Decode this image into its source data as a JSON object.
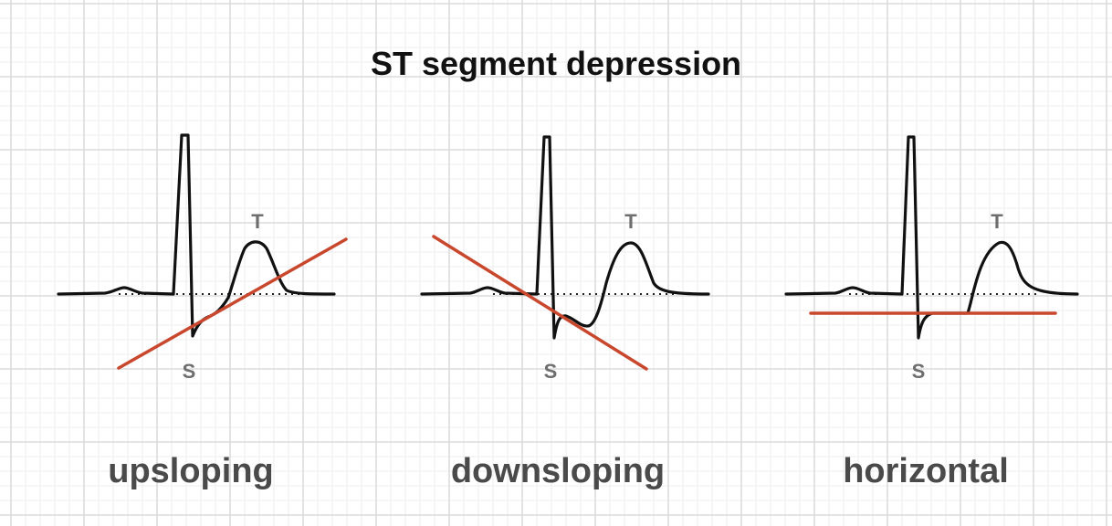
{
  "title": "ST segment depression",
  "colors": {
    "background": "#ffffff",
    "grid_minor": "#ececec",
    "grid_major": "#d4d4d4",
    "trace": "#111111",
    "st_line": "#c8472d",
    "label": "#6e6e6e",
    "caption": "#4a4a4a"
  },
  "panels": [
    {
      "id": "upsloping",
      "caption": "upsloping",
      "s_label": "S",
      "t_label": "T"
    },
    {
      "id": "downsloping",
      "caption": "downsloping",
      "s_label": "S",
      "t_label": "T"
    },
    {
      "id": "horizontal",
      "caption": "horizontal",
      "s_label": "S",
      "t_label": "T"
    }
  ]
}
